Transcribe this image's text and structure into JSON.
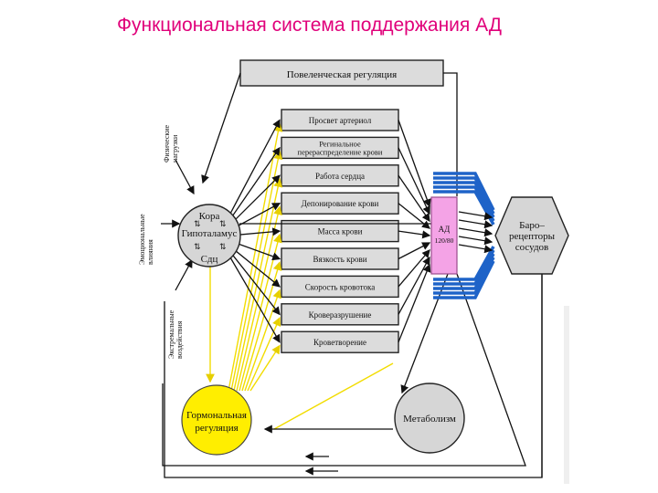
{
  "title": "Функциональная система поддержания АД",
  "top_box": "Повеленческая регуляция",
  "effectors": [
    [
      "Просвет артериол"
    ],
    [
      "Регинальное",
      "перераспределение крови"
    ],
    [
      "Работа сердца"
    ],
    [
      "Депонирование крови"
    ],
    [
      "Масса крови"
    ],
    [
      "Вязкость крови"
    ],
    [
      "Скорость кровотока"
    ],
    [
      "Кроверазрушение"
    ],
    [
      "Кроветворение"
    ]
  ],
  "center": {
    "line1": "Кора",
    "line2": "Гипоталамус",
    "line3": "Сдц"
  },
  "ad": {
    "label": "АД",
    "value": "120/80"
  },
  "baro": {
    "line1": "Баро–",
    "line2": "рецепторы",
    "line3": "сосудов"
  },
  "hormonal": {
    "line1": "Гормональная",
    "line2": "регуляция"
  },
  "metabolism": "Метаболизм",
  "side_labels": {
    "physical": [
      "Физические",
      "нагрузки"
    ],
    "emotional": [
      "Эмоциональные",
      "влияния"
    ],
    "extreme": [
      "Экстремальные",
      "воздействия"
    ]
  },
  "colors": {
    "title": "#e0007a",
    "ad_fill": "#f4a3e6",
    "hormonal_fill": "#ffee00",
    "signal_yellow": "#f2dc00",
    "signal_blue": "#1e63c8",
    "node_gray": "#d6d6d6"
  }
}
